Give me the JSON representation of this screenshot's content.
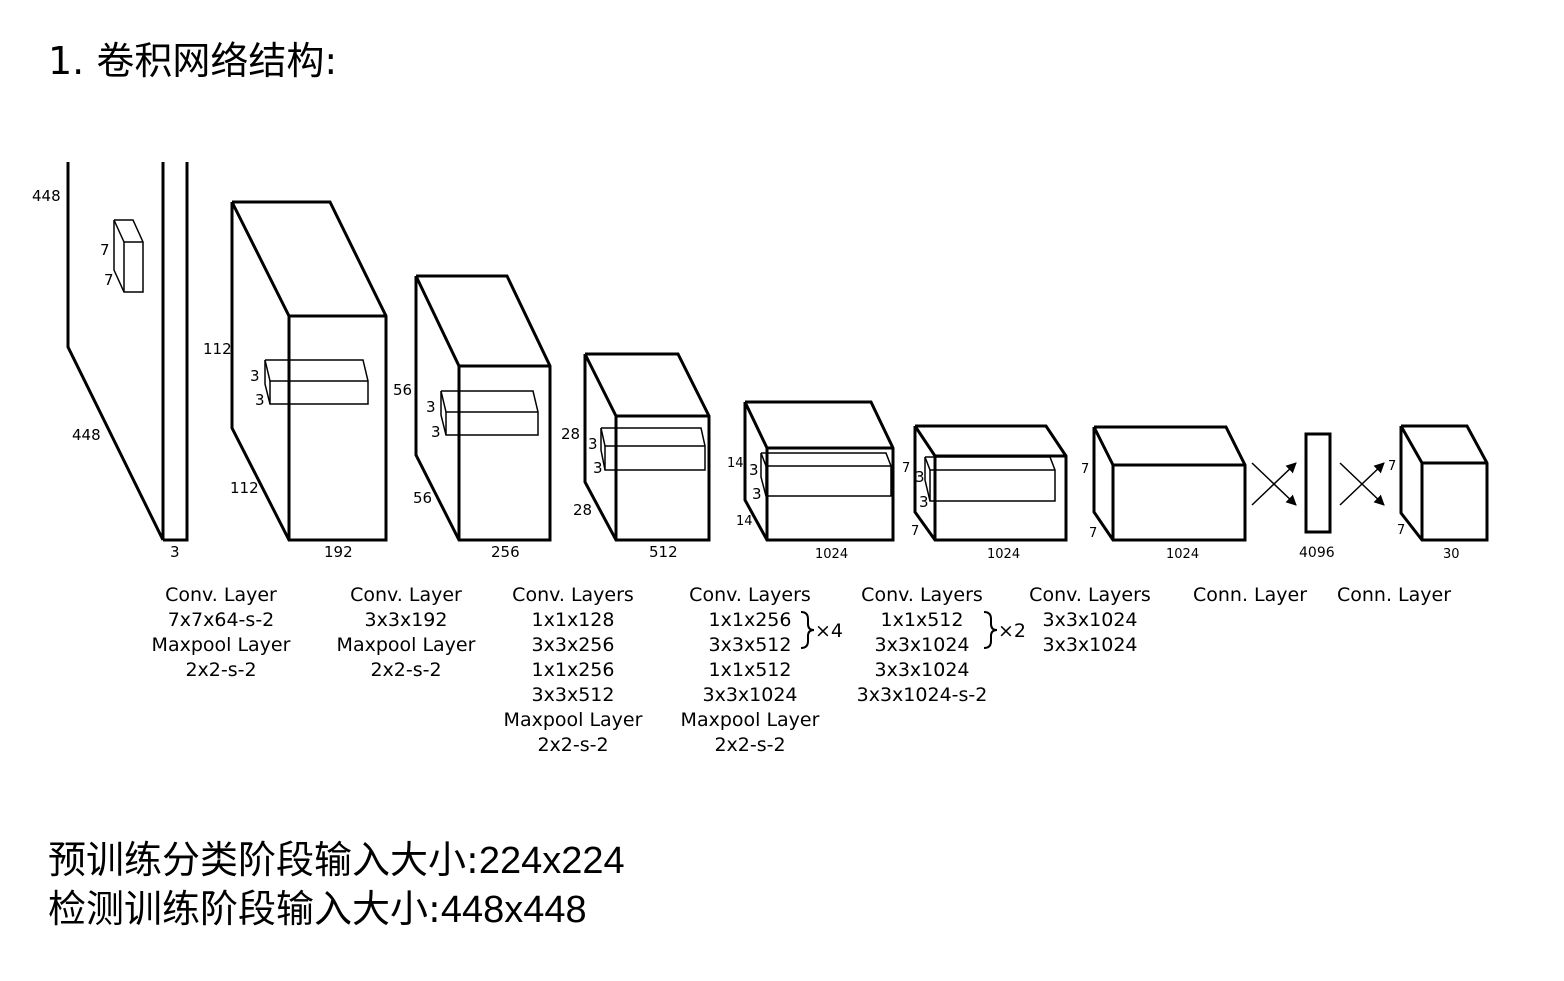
{
  "title": "1. 卷积网络结构:",
  "diagram": {
    "input": {
      "height": "448",
      "width": "448",
      "depth": "3",
      "kernel_h": "7",
      "kernel_w": "7"
    },
    "blocks": [
      {
        "h": "112",
        "w": "112",
        "depth": "192",
        "kernel_h": "3",
        "kernel_w": "3"
      },
      {
        "h": "56",
        "w": "56",
        "depth": "256",
        "kernel_h": "3",
        "kernel_w": "3"
      },
      {
        "h": "28",
        "w": "28",
        "depth": "512",
        "kernel_h": "3",
        "kernel_w": "3"
      },
      {
        "h": "14",
        "w": "14",
        "depth": "1024",
        "kernel_h": "3",
        "kernel_w": "3"
      },
      {
        "h": "7",
        "w": "7",
        "depth": "1024",
        "kernel_h": "3",
        "kernel_w": "3"
      },
      {
        "h": "7",
        "w": "7",
        "depth": "1024"
      },
      {
        "depth": "4096"
      },
      {
        "h": "7",
        "w": "7",
        "depth": "30"
      }
    ],
    "captions": [
      [
        "Conv. Layer",
        "7x7x64-s-2",
        "Maxpool Layer",
        "2x2-s-2"
      ],
      [
        "Conv. Layer",
        "3x3x192",
        "Maxpool Layer",
        "2x2-s-2"
      ],
      [
        "Conv. Layers",
        "1x1x128",
        "3x3x256",
        "1x1x256",
        "3x3x512",
        "Maxpool Layer",
        "2x2-s-2"
      ],
      [
        "Conv. Layers",
        "1x1x256",
        "3x3x512",
        "1x1x512",
        "3x3x1024",
        "Maxpool Layer",
        "2x2-s-2"
      ],
      [
        "Conv. Layers",
        "1x1x512",
        "3x3x1024",
        "3x3x1024",
        "3x3x1024-s-2"
      ],
      [
        "Conv. Layers",
        "3x3x1024",
        "3x3x1024"
      ],
      [
        "Conn. Layer"
      ],
      [
        "Conn. Layer"
      ]
    ],
    "repeat_labels": [
      "×4",
      "×2"
    ]
  },
  "footer": {
    "pretrain_label": "预训练分类阶段输入大小:",
    "pretrain_value": "224x224",
    "detect_label": "检测训练阶段输入大小:",
    "detect_value": "448x448"
  }
}
